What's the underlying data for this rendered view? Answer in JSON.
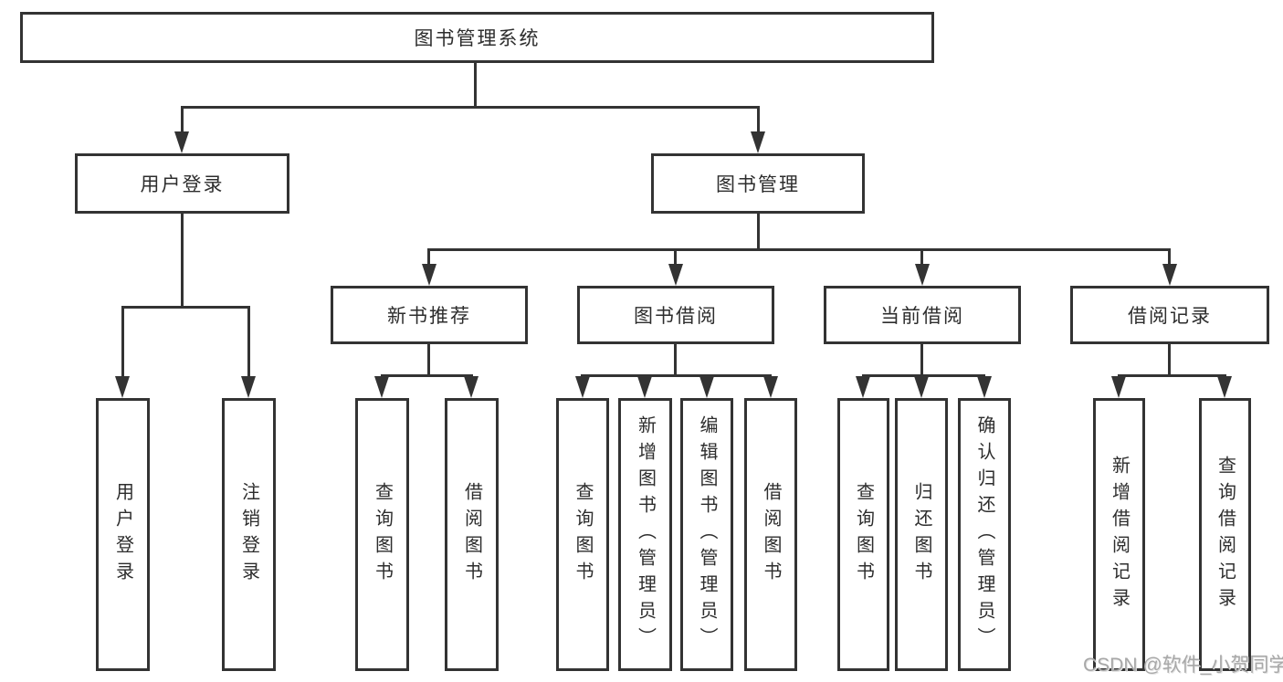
{
  "diagram": {
    "title": "图书管理系统",
    "tree": {
      "label": "图书管理系统",
      "children": [
        {
          "label": "用户登录",
          "children": [
            {
              "label": "用户登录"
            },
            {
              "label": "注销登录"
            }
          ]
        },
        {
          "label": "图书管理",
          "children": [
            {
              "label": "新书推荐",
              "children": [
                {
                  "label": "查询图书"
                },
                {
                  "label": "借阅图书"
                }
              ]
            },
            {
              "label": "图书借阅",
              "children": [
                {
                  "label": "查询图书"
                },
                {
                  "label": "新增图书（管理员）"
                },
                {
                  "label": "编辑图书（管理员）"
                },
                {
                  "label": "借阅图书"
                }
              ]
            },
            {
              "label": "当前借阅",
              "children": [
                {
                  "label": "查询图书"
                },
                {
                  "label": "归还图书"
                },
                {
                  "label": "确认归还（管理员）"
                }
              ]
            },
            {
              "label": "借阅记录",
              "children": [
                {
                  "label": "新增借阅记录"
                },
                {
                  "label": "查询借阅记录"
                }
              ]
            }
          ]
        }
      ]
    }
  },
  "watermark": {
    "text": "CSDN @软件_小贺同学"
  },
  "colors": {
    "line": "#333333",
    "border": "#333333",
    "text": "#2d2d2d",
    "watermark": "#a8a8a8",
    "background": "#ffffff"
  }
}
